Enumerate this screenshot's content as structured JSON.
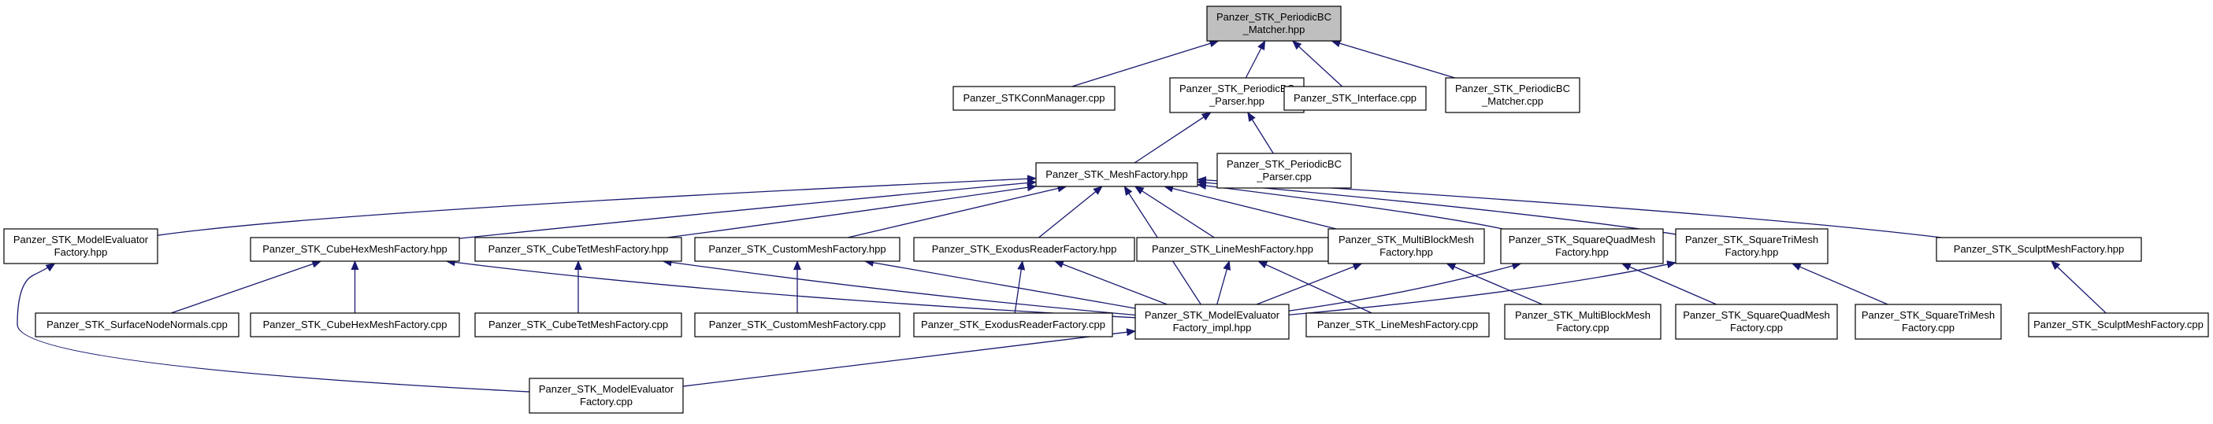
{
  "nodes": [
    {
      "id": "matcher_hpp",
      "lines": [
        "Panzer_STK_PeriodicBC",
        "_Matcher.hpp"
      ],
      "highlight": true
    },
    {
      "id": "connmgr_cpp",
      "lines": [
        "Panzer_STKConnManager.cpp"
      ]
    },
    {
      "id": "parser_hpp",
      "lines": [
        "Panzer_STK_PeriodicBC",
        "_Parser.hpp"
      ]
    },
    {
      "id": "interface_cpp",
      "lines": [
        "Panzer_STK_Interface.cpp"
      ]
    },
    {
      "id": "matcher_cpp",
      "lines": [
        "Panzer_STK_PeriodicBC",
        "_Matcher.cpp"
      ]
    },
    {
      "id": "meshfactory_hpp",
      "lines": [
        "Panzer_STK_MeshFactory.hpp"
      ]
    },
    {
      "id": "parser_cpp",
      "lines": [
        "Panzer_STK_PeriodicBC",
        "_Parser.cpp"
      ]
    },
    {
      "id": "modeleval_hpp",
      "lines": [
        "Panzer_STK_ModelEvaluator",
        "Factory.hpp"
      ]
    },
    {
      "id": "cubehex_hpp",
      "lines": [
        "Panzer_STK_CubeHexMeshFactory.hpp"
      ]
    },
    {
      "id": "cubetet_hpp",
      "lines": [
        "Panzer_STK_CubeTetMeshFactory.hpp"
      ]
    },
    {
      "id": "custom_hpp",
      "lines": [
        "Panzer_STK_CustomMeshFactory.hpp"
      ]
    },
    {
      "id": "exodus_hpp",
      "lines": [
        "Panzer_STK_ExodusReaderFactory.hpp"
      ]
    },
    {
      "id": "line_hpp",
      "lines": [
        "Panzer_STK_LineMeshFactory.hpp"
      ]
    },
    {
      "id": "multiblock_hpp",
      "lines": [
        "Panzer_STK_MultiBlockMesh",
        "Factory.hpp"
      ]
    },
    {
      "id": "squarequad_hpp",
      "lines": [
        "Panzer_STK_SquareQuadMesh",
        "Factory.hpp"
      ]
    },
    {
      "id": "squaretri_hpp",
      "lines": [
        "Panzer_STK_SquareTriMesh",
        "Factory.hpp"
      ]
    },
    {
      "id": "sculpt_hpp",
      "lines": [
        "Panzer_STK_SculptMeshFactory.hpp"
      ]
    },
    {
      "id": "surfnormals_cpp",
      "lines": [
        "Panzer_STK_SurfaceNodeNormals.cpp"
      ]
    },
    {
      "id": "cubehex_cpp",
      "lines": [
        "Panzer_STK_CubeHexMeshFactory.cpp"
      ]
    },
    {
      "id": "cubetet_cpp",
      "lines": [
        "Panzer_STK_CubeTetMeshFactory.cpp"
      ]
    },
    {
      "id": "custom_cpp",
      "lines": [
        "Panzer_STK_CustomMeshFactory.cpp"
      ]
    },
    {
      "id": "exodus_cpp",
      "lines": [
        "Panzer_STK_ExodusReaderFactory.cpp"
      ]
    },
    {
      "id": "modeleval_impl_hpp",
      "lines": [
        "Panzer_STK_ModelEvaluator",
        "Factory_impl.hpp"
      ]
    },
    {
      "id": "line_cpp",
      "lines": [
        "Panzer_STK_LineMeshFactory.cpp"
      ]
    },
    {
      "id": "multiblock_cpp",
      "lines": [
        "Panzer_STK_MultiBlockMesh",
        "Factory.cpp"
      ]
    },
    {
      "id": "squarequad_cpp",
      "lines": [
        "Panzer_STK_SquareQuadMesh",
        "Factory.cpp"
      ]
    },
    {
      "id": "squaretri_cpp",
      "lines": [
        "Panzer_STK_SquareTriMesh",
        "Factory.cpp"
      ]
    },
    {
      "id": "sculpt_cpp",
      "lines": [
        "Panzer_STK_SculptMeshFactory.cpp"
      ]
    },
    {
      "id": "modeleval_cpp",
      "lines": [
        "Panzer_STK_ModelEvaluator",
        "Factory.cpp"
      ]
    }
  ],
  "edges": [
    [
      "connmgr_cpp",
      "matcher_hpp"
    ],
    [
      "parser_hpp",
      "matcher_hpp"
    ],
    [
      "interface_cpp",
      "matcher_hpp"
    ],
    [
      "matcher_cpp",
      "matcher_hpp"
    ],
    [
      "meshfactory_hpp",
      "parser_hpp"
    ],
    [
      "parser_cpp",
      "parser_hpp"
    ],
    [
      "modeleval_hpp",
      "meshfactory_hpp"
    ],
    [
      "cubehex_hpp",
      "meshfactory_hpp"
    ],
    [
      "cubetet_hpp",
      "meshfactory_hpp"
    ],
    [
      "custom_hpp",
      "meshfactory_hpp"
    ],
    [
      "exodus_hpp",
      "meshfactory_hpp"
    ],
    [
      "line_hpp",
      "meshfactory_hpp"
    ],
    [
      "multiblock_hpp",
      "meshfactory_hpp"
    ],
    [
      "squarequad_hpp",
      "meshfactory_hpp"
    ],
    [
      "squaretri_hpp",
      "meshfactory_hpp"
    ],
    [
      "sculpt_hpp",
      "meshfactory_hpp"
    ],
    [
      "modeleval_impl_hpp",
      "meshfactory_hpp"
    ],
    [
      "modeleval_cpp",
      "modeleval_hpp"
    ],
    [
      "surfnormals_cpp",
      "cubehex_hpp"
    ],
    [
      "cubehex_cpp",
      "cubehex_hpp"
    ],
    [
      "modeleval_impl_hpp",
      "cubehex_hpp"
    ],
    [
      "cubetet_cpp",
      "cubetet_hpp"
    ],
    [
      "modeleval_impl_hpp",
      "cubetet_hpp"
    ],
    [
      "custom_cpp",
      "custom_hpp"
    ],
    [
      "modeleval_impl_hpp",
      "custom_hpp"
    ],
    [
      "exodus_cpp",
      "exodus_hpp"
    ],
    [
      "modeleval_impl_hpp",
      "exodus_hpp"
    ],
    [
      "modeleval_impl_hpp",
      "line_hpp"
    ],
    [
      "line_cpp",
      "line_hpp"
    ],
    [
      "modeleval_impl_hpp",
      "multiblock_hpp"
    ],
    [
      "multiblock_cpp",
      "multiblock_hpp"
    ],
    [
      "modeleval_impl_hpp",
      "squarequad_hpp"
    ],
    [
      "squarequad_cpp",
      "squarequad_hpp"
    ],
    [
      "modeleval_impl_hpp",
      "squaretri_hpp"
    ],
    [
      "squaretri_cpp",
      "squaretri_hpp"
    ],
    [
      "sculpt_cpp",
      "sculpt_hpp"
    ],
    [
      "modeleval_cpp",
      "modeleval_impl_hpp"
    ]
  ],
  "colors": {
    "edge": "#191970",
    "highlight_fill": "#bfbfbf",
    "fill": "#ffffff",
    "stroke": "#000000"
  }
}
